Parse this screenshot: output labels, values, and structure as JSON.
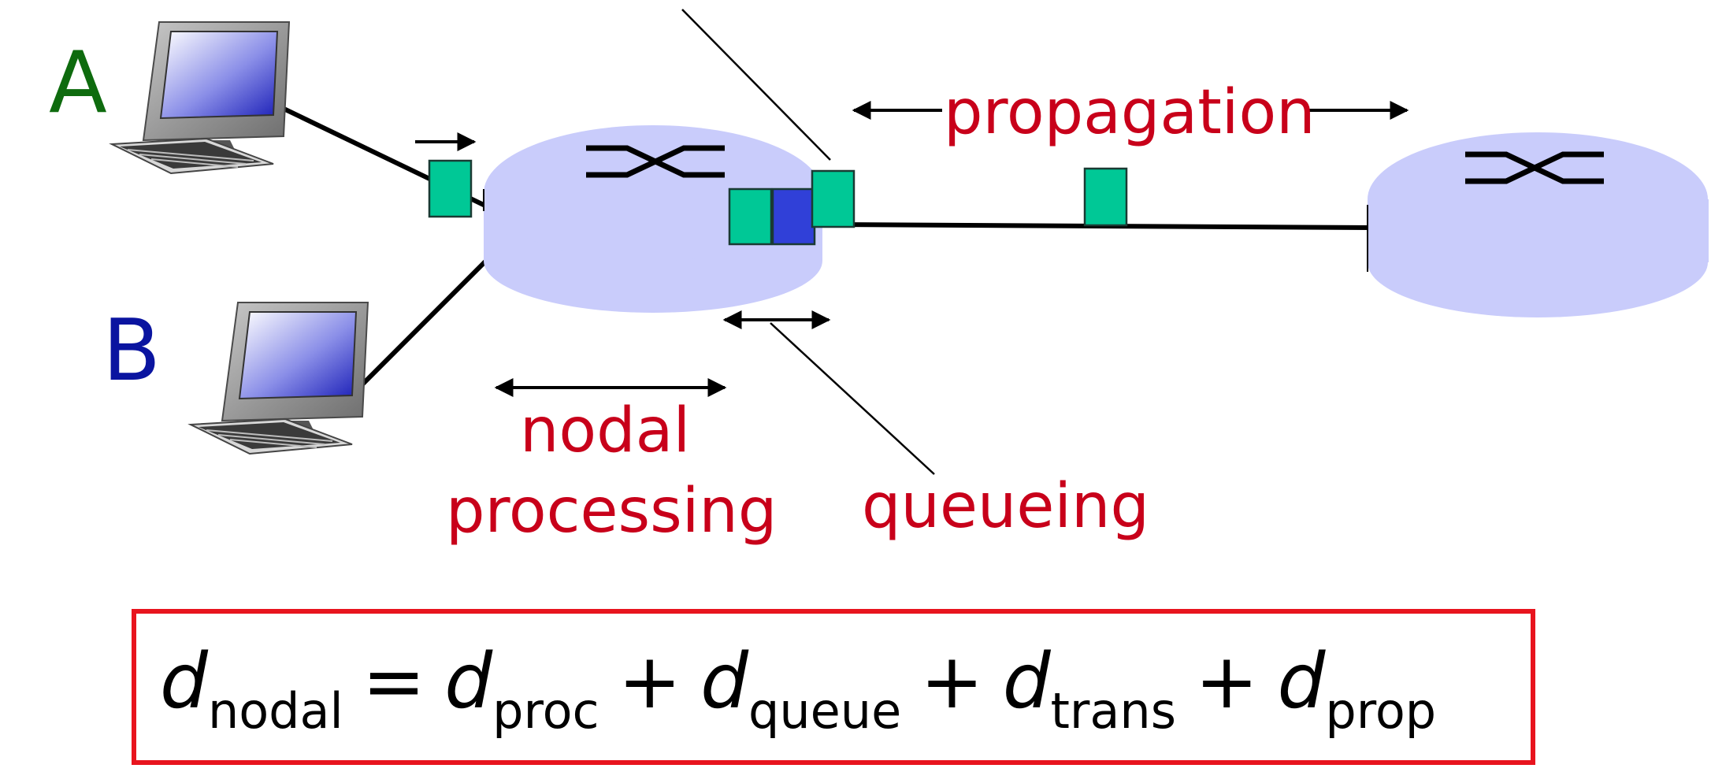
{
  "hosts": {
    "a_label": "A",
    "b_label": "B"
  },
  "labels": {
    "propagation": "propagation",
    "nodal_line1": "nodal",
    "nodal_line2": "processing",
    "queueing": "queueing"
  },
  "formula": {
    "d": "d",
    "nodal_sub": "nodal",
    "equals": "=",
    "plus": "+",
    "proc_sub": "proc",
    "queue_sub": "queue",
    "trans_sub": "trans",
    "prop_sub": "prop"
  },
  "colors": {
    "router_fill": "#c9ccfb",
    "packet_green": "#00c896",
    "packet_blue": "#3040d8",
    "label_red": "#c8001a",
    "host_a_green": "#0e6b0e",
    "host_b_blue": "#0a14a0",
    "formula_border": "#e8141e"
  },
  "icons": {
    "host_a": "desktop-computer-icon",
    "host_b": "desktop-computer-icon",
    "router_left": "router-icon",
    "router_right": "router-icon"
  }
}
